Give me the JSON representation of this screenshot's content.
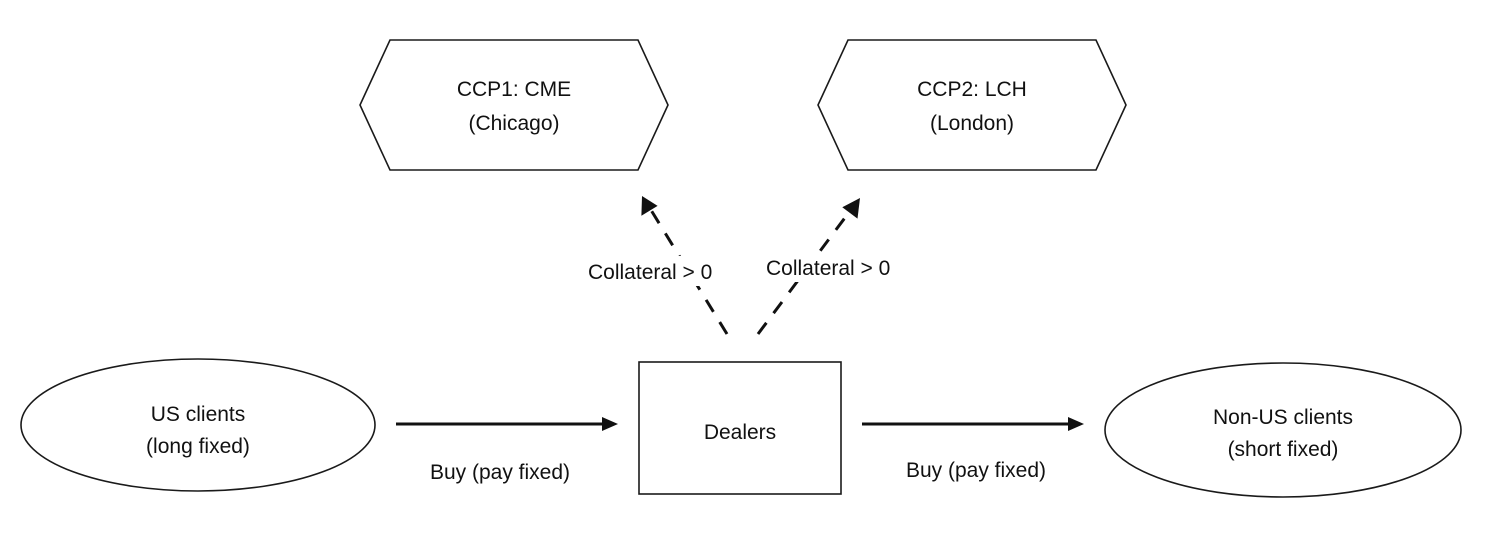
{
  "nodes": {
    "ccp1": {
      "line1": "CCP1: CME",
      "line2": "(Chicago)"
    },
    "ccp2": {
      "line1": "CCP2: LCH",
      "line2": "(London)"
    },
    "dealers": {
      "label": "Dealers"
    },
    "us_clients": {
      "line1": "US clients",
      "line2": "(long fixed)"
    },
    "non_us_clients": {
      "line1": "Non-US clients",
      "line2": "(short fixed)"
    }
  },
  "edges": {
    "to_ccp1": {
      "label": "Collateral > 0",
      "style": "dashed"
    },
    "to_ccp2": {
      "label": "Collateral > 0",
      "style": "dashed"
    },
    "us_to_dealers": {
      "label": "Buy (pay fixed)",
      "style": "solid"
    },
    "dealers_to_non_us": {
      "label": "Buy (pay fixed)",
      "style": "solid"
    }
  }
}
